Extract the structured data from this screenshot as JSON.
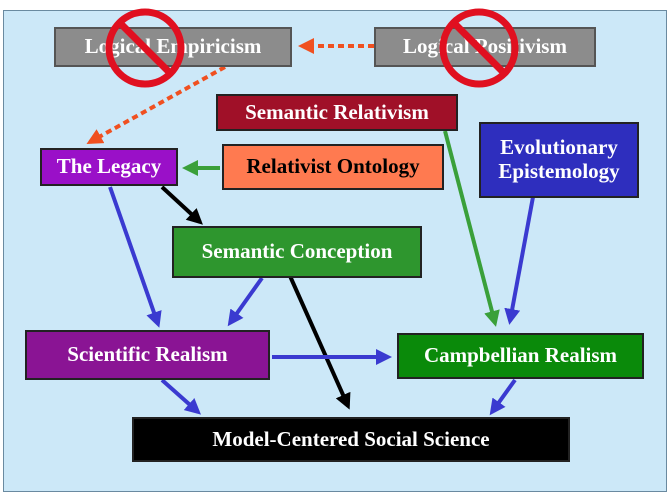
{
  "nodes": {
    "logical_empiricism": "Logical Empiricism",
    "logical_positivism": "Logical Positivism",
    "semantic_relativism": "Semantic Relativism",
    "relativist_ontology": "Relativist Ontology",
    "the_legacy": "The Legacy",
    "evolutionary_epistemology": "Evolutionary\nEpistemology",
    "semantic_conception": "Semantic Conception",
    "scientific_realism": "Scientific Realism",
    "campbellian_realism": "Campbellian Realism",
    "model_centered": "Model-Centered Social Science"
  },
  "colors": {
    "panel": "#cce8f8",
    "gray_box": "#8c8c8c",
    "semantic_relativism": "#a01028",
    "relativist_ontology": "#ff7a50",
    "the_legacy": "#9a10c8",
    "evolutionary_epistemology": "#2e2ebe",
    "semantic_conception": "#2e962e",
    "scientific_realism": "#8a1494",
    "campbellian_realism": "#0a8a0a",
    "model_centered": "#000000",
    "blue_arrow": "#3a3ad0",
    "green_arrow": "#3aa03a",
    "black_arrow": "#000000",
    "dotted_arrow": "#f05020",
    "prohibition": "#e01020"
  },
  "icons": [
    "prohibition-sign-icon",
    "prohibition-sign-icon"
  ]
}
